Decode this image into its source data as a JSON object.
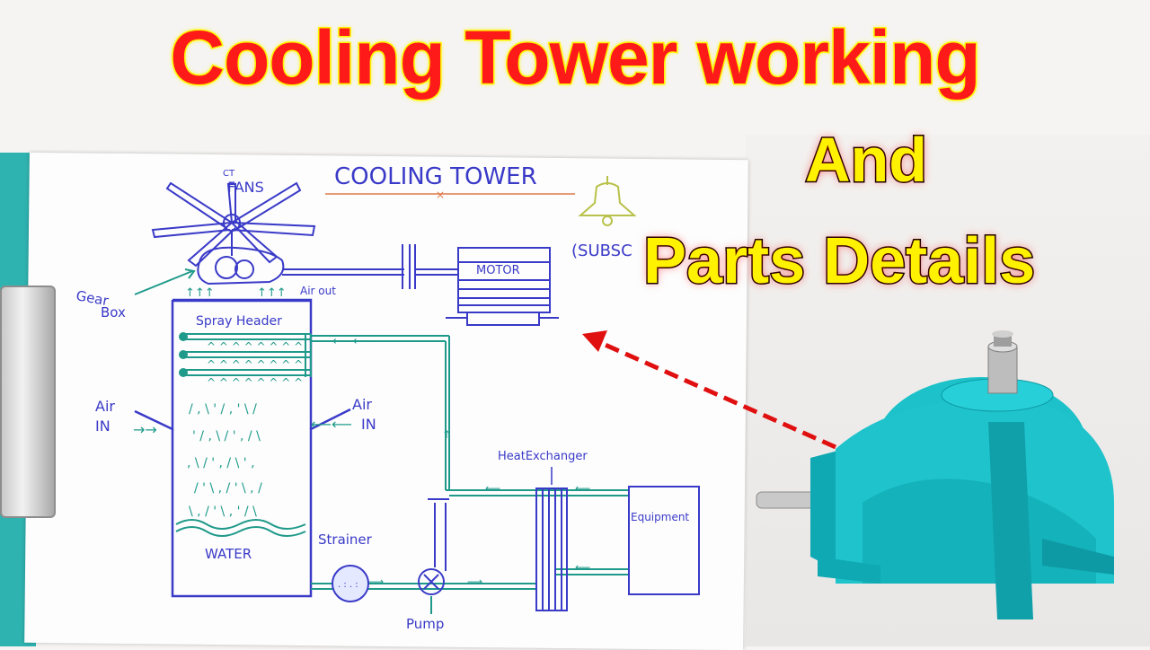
{
  "headline": {
    "line1": "Cooling Tower working",
    "line2": "And",
    "line3": "Parts Details"
  },
  "diagram": {
    "title": "COOLING TOWER",
    "fans_label_small": "CT",
    "fans_label": "FANS",
    "gearbox_label_1": "Gear",
    "gearbox_label_2": "Box",
    "air_out": "Air out",
    "motor": "MOTOR",
    "subscribe": "(SUBSC",
    "spray_header": "Spray Header",
    "air_in_left_1": "Air",
    "air_in_left_2": "IN",
    "air_in_right_1": "Air",
    "air_in_right_2": "IN",
    "heat_exchanger": "HeatExchanger",
    "equipment": "Equipment",
    "strainer": "Strainer",
    "water": "WATER",
    "pump": "Pump"
  },
  "colors": {
    "headline_red": "#ff1a1a",
    "headline_yellow": "#fff200",
    "pen_blue": "#3a3ac8",
    "pen_teal": "#1f9a8a",
    "gearbox_teal": "#1fc3cc",
    "arrow_red": "#e01010"
  },
  "icons": [
    "bell-icon",
    "gearbox-3d-image",
    "fan-icon"
  ]
}
